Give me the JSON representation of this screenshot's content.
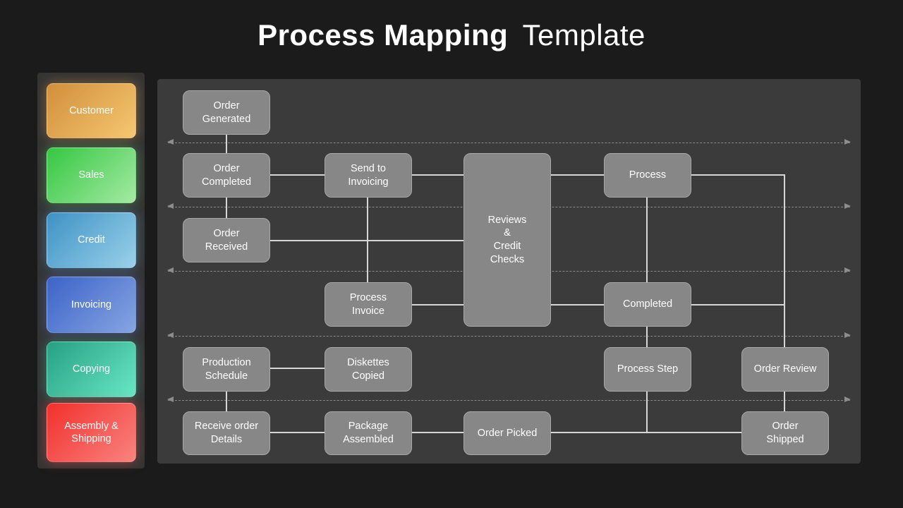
{
  "title": {
    "bold": "Process Mapping",
    "light": "Template"
  },
  "sidebar": {
    "items": [
      {
        "label": "Customer",
        "gradient_start": "#D18F3B",
        "gradient_end": "#F6C771"
      },
      {
        "label": "Sales",
        "gradient_start": "#35C742",
        "gradient_end": "#A4EAA3"
      },
      {
        "label": "Credit",
        "gradient_start": "#3E92C5",
        "gradient_end": "#9AD1EA"
      },
      {
        "label": "Invoicing",
        "gradient_start": "#3C63C8",
        "gradient_end": "#86A5E2"
      },
      {
        "label": "Copying",
        "gradient_start": "#27A083",
        "gradient_end": "#68E7C5"
      },
      {
        "label": "Assembly &\nShipping",
        "gradient_start": "#F2302C",
        "gradient_end": "#F9837F"
      }
    ]
  },
  "flowchart": {
    "nodes": [
      {
        "id": "order-generated",
        "label": "Order\nGenerated",
        "lane": "Customer"
      },
      {
        "id": "order-completed",
        "label": "Order\nCompleted",
        "lane": "Sales"
      },
      {
        "id": "send-to-invoicing",
        "label": "Send to\nInvoicing",
        "lane": "Sales"
      },
      {
        "id": "reviews-credit-checks",
        "label": "Reviews\n&\nCredit\nChecks",
        "lane": "Sales/Credit/Invoicing"
      },
      {
        "id": "process",
        "label": "Process",
        "lane": "Sales"
      },
      {
        "id": "order-received",
        "label": "Order\nReceived",
        "lane": "Credit"
      },
      {
        "id": "process-invoice",
        "label": "Process\nInvoice",
        "lane": "Invoicing"
      },
      {
        "id": "completed",
        "label": "Completed",
        "lane": "Invoicing"
      },
      {
        "id": "production-schedule",
        "label": "Production\nSchedule",
        "lane": "Copying"
      },
      {
        "id": "diskettes-copied",
        "label": "Diskettes\nCopied",
        "lane": "Copying"
      },
      {
        "id": "process-step",
        "label": "Process Step",
        "lane": "Copying"
      },
      {
        "id": "order-review",
        "label": "Order Review",
        "lane": "Copying"
      },
      {
        "id": "receive-order-details",
        "label": "Receive order\nDetails",
        "lane": "Assembly & Shipping"
      },
      {
        "id": "package-assembled",
        "label": "Package\nAssembled",
        "lane": "Assembly & Shipping"
      },
      {
        "id": "order-picked",
        "label": "Order Picked",
        "lane": "Assembly & Shipping"
      },
      {
        "id": "order-shipped",
        "label": "Order\nShipped",
        "lane": "Assembly & Shipping"
      }
    ],
    "edges": [
      "order-generated -> order-completed",
      "order-completed -> send-to-invoicing",
      "order-completed -> order-received",
      "send-to-invoicing -> reviews-credit-checks",
      "send-to-invoicing -> process-invoice",
      "reviews-credit-checks -> process",
      "order-received -> reviews-credit-checks",
      "process -> completed",
      "process -> order-review",
      "process-invoice -> reviews-credit-checks",
      "reviews-credit-checks -> completed",
      "completed -> process-step",
      "completed -> order-review",
      "process-step -> order-shipped",
      "production-schedule -> diskettes-copied",
      "production-schedule -> receive-order-details",
      "receive-order-details -> package-assembled",
      "package-assembled -> order-picked",
      "order-picked -> order-shipped",
      "order-review -> order-shipped"
    ],
    "lane_divider_count": 5,
    "lane_divider_style": "dashed line with arrowheads at both ends"
  },
  "colors": {
    "background": "#1B1B1B",
    "panel": "#3B3B3B",
    "sidebar_panel": "#343434",
    "node_fill": "#878787",
    "node_border": "#A8A8A8",
    "connector": "#D6D6D6",
    "lane_divider": "#8D8D8D",
    "text": "#FFFFFF"
  }
}
